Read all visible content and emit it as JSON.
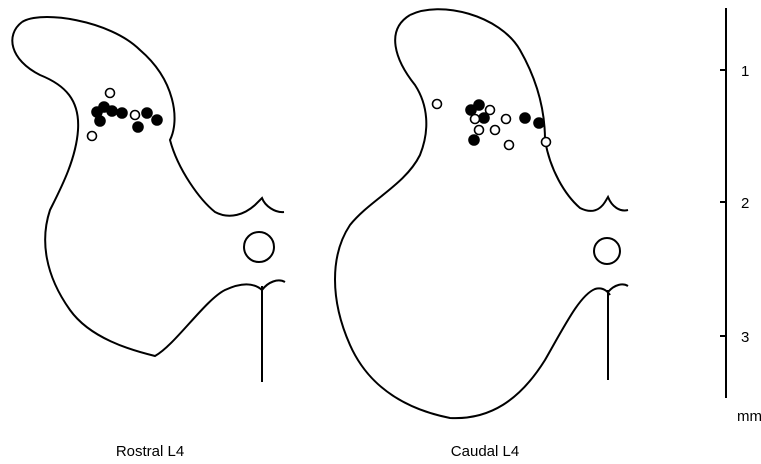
{
  "panels": [
    {
      "label": "Rostral L4",
      "cells": {
        "filled": 8,
        "open": 3
      }
    },
    {
      "label": "Caudal L4",
      "cells": {
        "filled": 6,
        "open": 8
      }
    }
  ],
  "scale_bar": {
    "unit": "mm",
    "ticks": [
      "1",
      "2",
      "3"
    ]
  },
  "colors": {
    "ink": "#000000",
    "background": "#ffffff"
  }
}
